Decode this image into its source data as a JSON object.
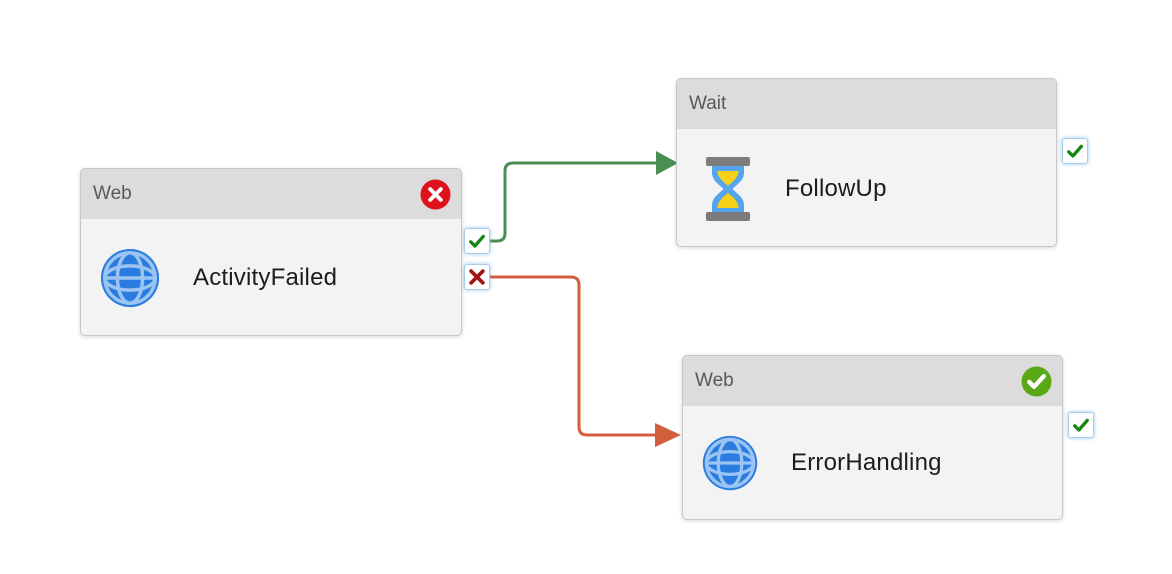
{
  "diagram": {
    "kind": "pipeline-flow",
    "background": "#ffffff"
  },
  "nodes": [
    {
      "type": "Web",
      "name": "ActivityFailed",
      "icon": "globe-icon",
      "status": "failed",
      "ports": [
        "success",
        "failure"
      ]
    },
    {
      "type": "Wait",
      "name": "FollowUp",
      "icon": "hourglass-icon",
      "status": "none",
      "ports": [
        "success"
      ]
    },
    {
      "type": "Web",
      "name": "ErrorHandling",
      "icon": "globe-icon",
      "status": "succeeded",
      "ports": [
        "success"
      ]
    }
  ],
  "connectors": [
    {
      "from": "ActivityFailed",
      "from_port": "success",
      "to": "FollowUp",
      "color": "#4a8e53"
    },
    {
      "from": "ActivityFailed",
      "from_port": "failure",
      "to": "ErrorHandling",
      "color": "#d15e3d"
    }
  ],
  "colors": {
    "status_failed": "#e0111c",
    "status_succeeded": "#5aa816",
    "port_check": "#128712",
    "port_cross": "#a31418",
    "header_bg": "#dcdcdc",
    "body_bg": "#f3f3f3"
  }
}
